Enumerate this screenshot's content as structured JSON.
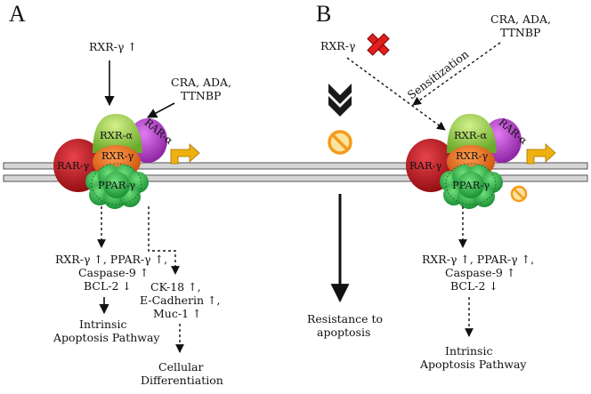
{
  "panels": {
    "a": {
      "letter": "A",
      "rxr_up": "RXR-γ ↑",
      "ligands": [
        "CRA, ADA,",
        "TTNBP"
      ],
      "receptors": {
        "rar_left": "RAR-γ",
        "rxr_a": "RXR-α",
        "rxr_g": "RXR-γ",
        "rar_a": "RAR-α",
        "ppar": "PPAR-γ"
      },
      "path1": [
        "RXR-γ ↑, PPAR-γ ↑,",
        "Caspase-9 ↑",
        "BCL-2 ↓"
      ],
      "path1_result": [
        "Intrinsic",
        "Apoptosis Pathway"
      ],
      "path2": [
        "CK-18 ↑,",
        "E-Cadherin ↑,",
        "Muc-1 ↑"
      ],
      "path2_result": [
        "Cellular",
        "Differentiation"
      ]
    },
    "b": {
      "letter": "B",
      "rxr": "RXR-γ",
      "ligands": [
        "CRA, ADA,",
        "TTNBP"
      ],
      "sensitization": "Sensitization",
      "resistance": [
        "Resistance to",
        "apoptosis"
      ],
      "receptors": {
        "rar_left": "RAR-γ",
        "rxr_a": "RXR-α",
        "rxr_g": "RXR-γ",
        "rar_a": "RAR-α",
        "ppar": "PPAR-γ"
      },
      "path1": [
        "RXR-γ ↑, PPAR-γ ↑,",
        "Caspase-9 ↑",
        "BCL-2 ↓"
      ],
      "path1_result": [
        "Intrinsic",
        "Apoptosis Pathway"
      ]
    }
  },
  "colors": {
    "rar_red": "#c0121b",
    "rxr_green_light": "#9bd14a",
    "rxr_orange": "#ee6a12",
    "rar_purple": "#b43fc9",
    "ppar_green": "#2db84c",
    "arrow_gold": "#f0b010",
    "cross_red": "#e0201c",
    "membrane": "#d2d2d2"
  }
}
